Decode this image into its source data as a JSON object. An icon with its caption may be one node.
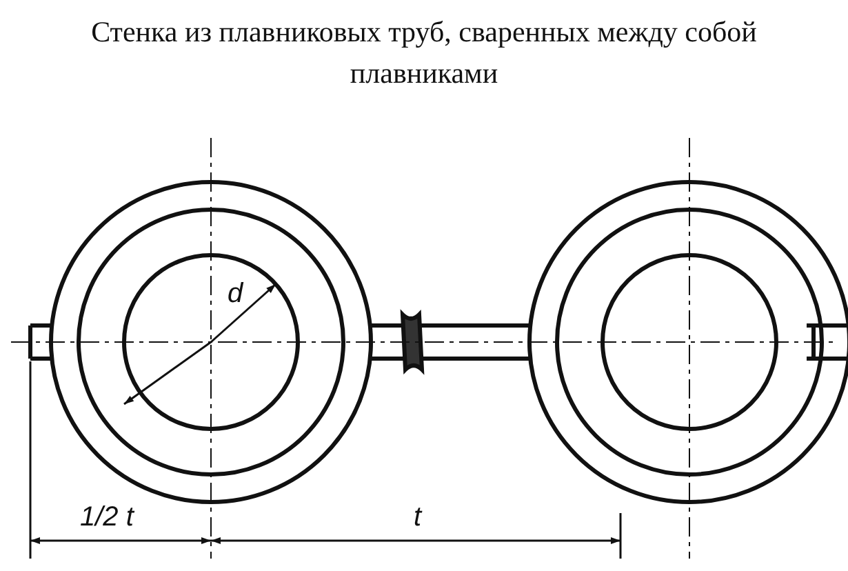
{
  "diagram": {
    "title": "Стенка из плавниковых труб, сваренных между собой плавниками",
    "labels": [
      "d",
      "1/2 t",
      "t"
    ]
  }
}
